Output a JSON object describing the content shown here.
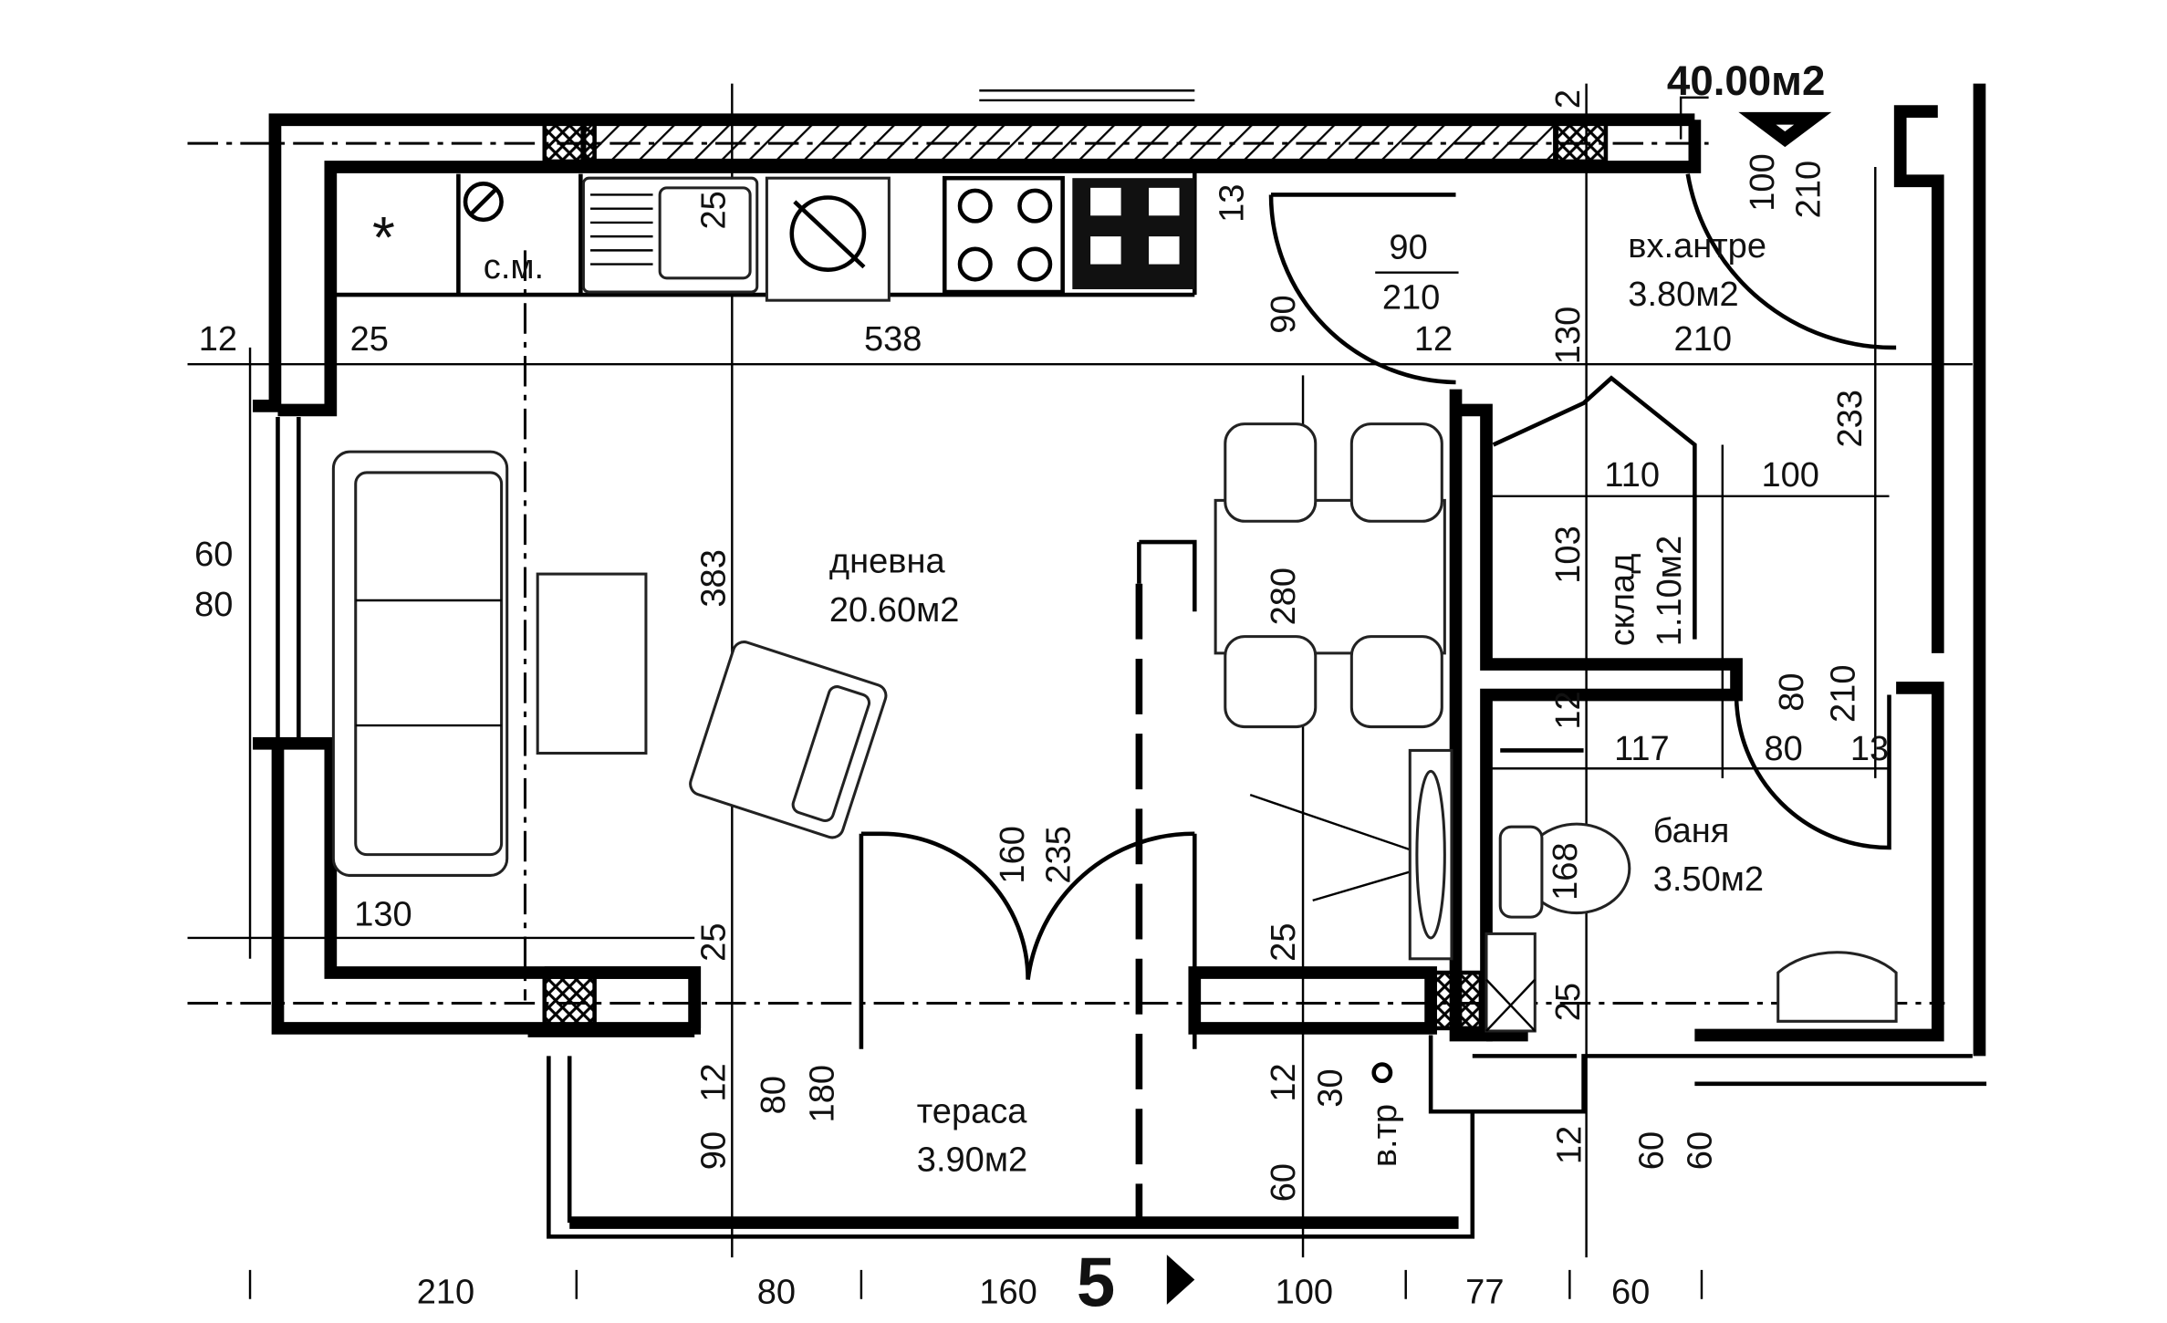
{
  "plan": {
    "total_area": "40.00м2",
    "section_mark": "5",
    "rooms": {
      "living": {
        "name": "дневна",
        "area": "20.60м2"
      },
      "entrance": {
        "name": "вх.антре",
        "area": "3.80м2"
      },
      "storage": {
        "name": "склад",
        "area": "1.10м2"
      },
      "bathroom": {
        "name": "баня",
        "area": "3.50м2"
      },
      "terrace": {
        "name": "тераса",
        "area": "3.90м2"
      }
    },
    "labels": {
      "washing_machine": "с.м.",
      "water_heater": "в.тр",
      "fridge_symbol": "*"
    },
    "dims_h": [
      "12",
      "25",
      "538",
      "12",
      "210",
      "110",
      "100",
      "117",
      "80",
      "13",
      "130",
      "60",
      "80",
      "90",
      "210"
    ],
    "dims_v": [
      "25",
      "13",
      "90",
      "130",
      "233",
      "100",
      "210",
      "383",
      "280",
      "103",
      "12",
      "80",
      "210",
      "168",
      "160",
      "235",
      "25",
      "25",
      "25",
      "12",
      "80",
      "180",
      "12",
      "30",
      "90",
      "60",
      "12",
      "60",
      "60",
      "2"
    ],
    "dims_bottom": [
      "210",
      "80",
      "160",
      "100",
      "77",
      "60"
    ]
  }
}
